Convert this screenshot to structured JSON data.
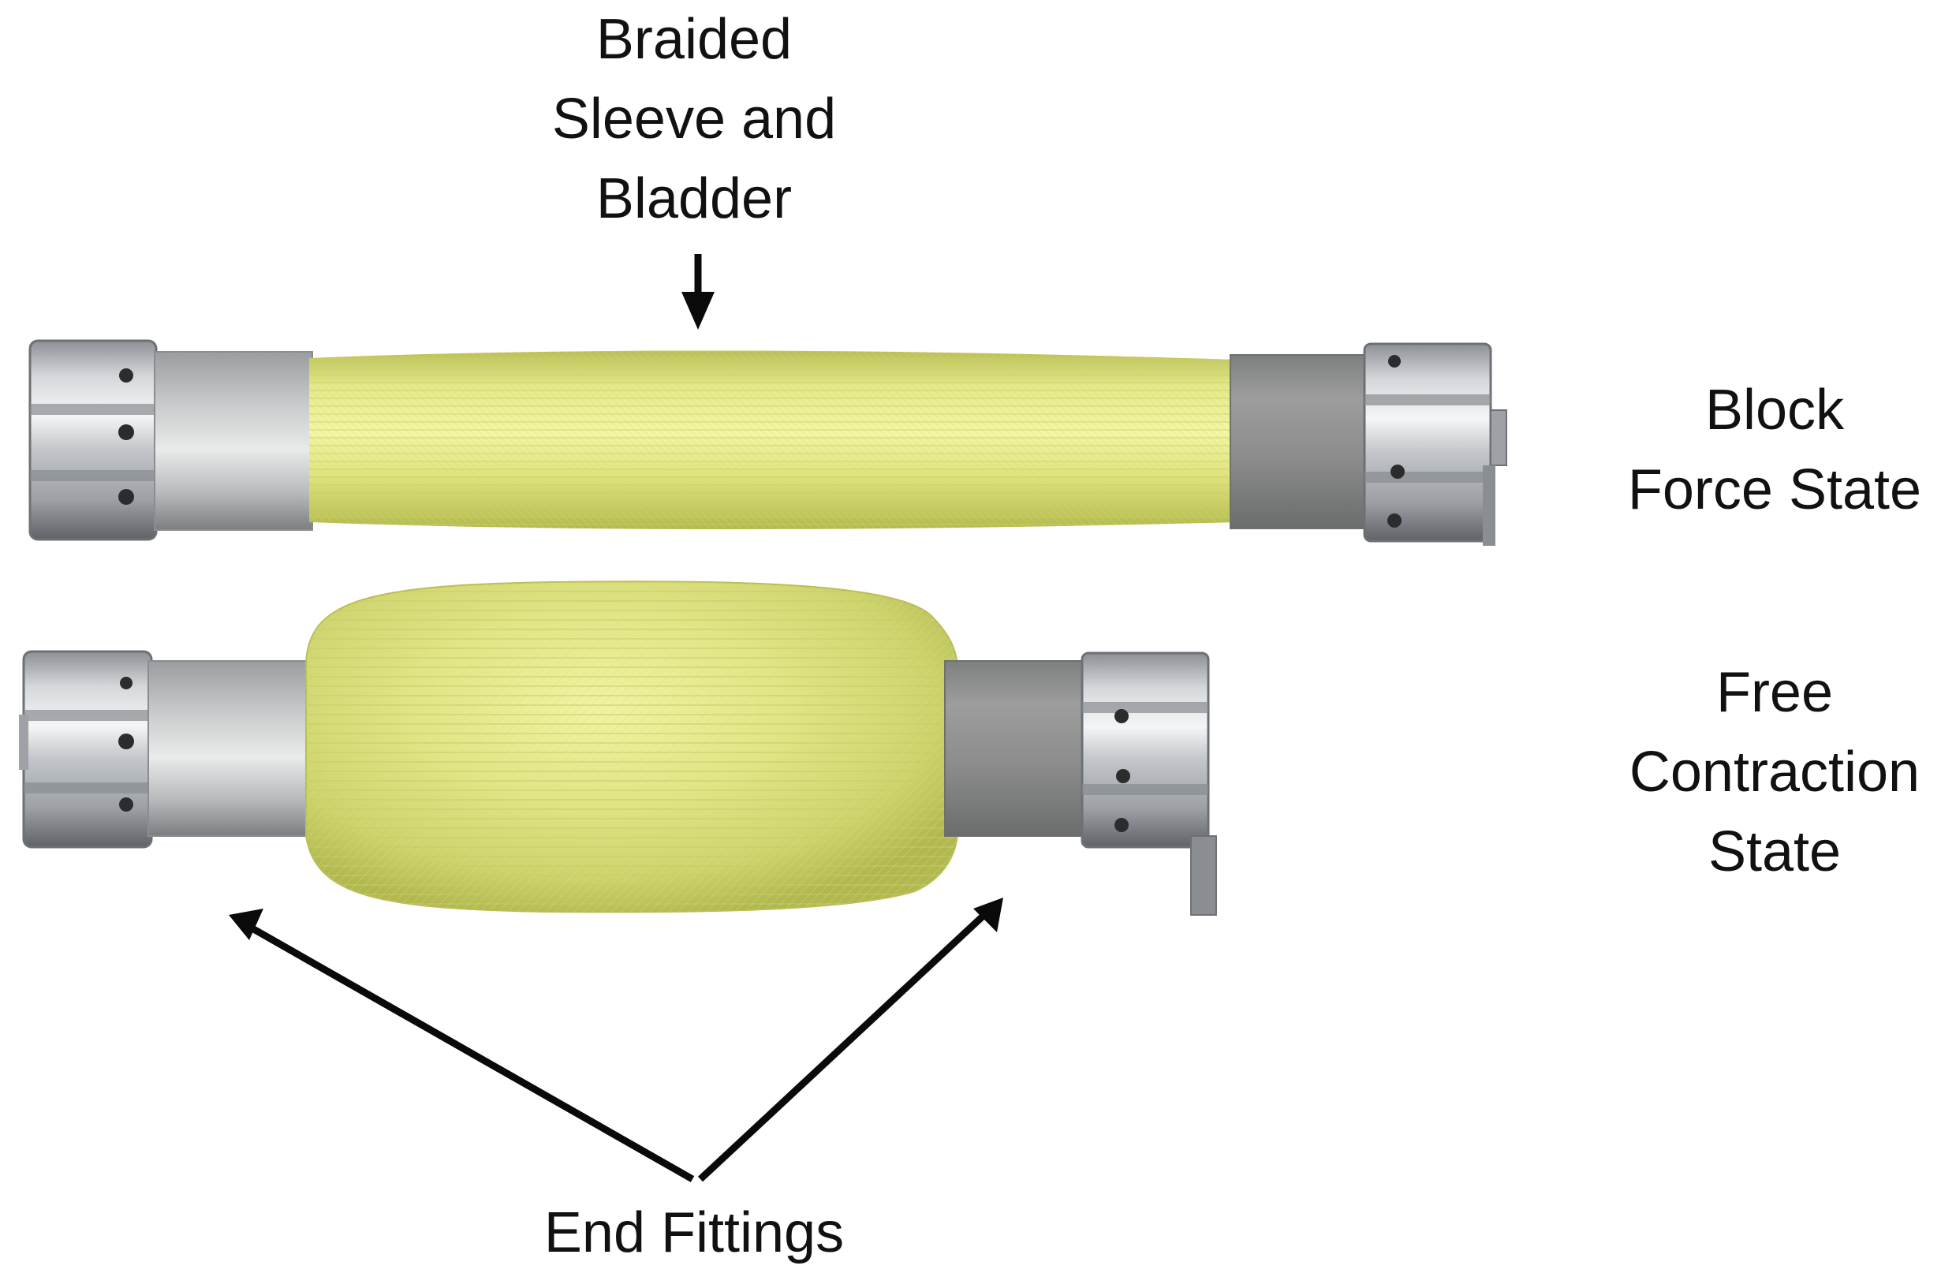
{
  "labels": {
    "braided_sleeve": [
      "Braided",
      "Sleeve and",
      "Bladder"
    ],
    "block_force": [
      "Block",
      "Force State"
    ],
    "free_contraction": [
      "Free",
      "Contraction",
      "State"
    ],
    "end_fittings": [
      "End Fittings"
    ]
  },
  "colors": {
    "background": "#ffffff",
    "text": "#111111",
    "arrow": "#0a0a0a",
    "braid_light": "#eef296",
    "braid_mid": "#d6dc6a",
    "braid_dark": "#aeb646",
    "metal_light": "#e6e8ea",
    "metal_mid": "#a9adb1",
    "metal_dark": "#6d7176",
    "tube_grey": "#8a8c8c",
    "hole": "#2b2c2e"
  }
}
